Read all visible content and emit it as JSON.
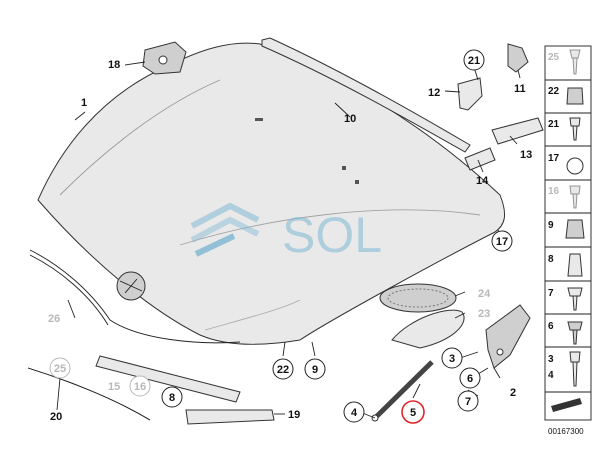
{
  "diagram": {
    "watermark": "SOL",
    "document_number": "00167300"
  },
  "callouts": {
    "c1": "1",
    "c2": "2",
    "c3": "3",
    "c4": "4",
    "c5": "5",
    "c6": "6",
    "c7": "7",
    "c8": "8",
    "c9": "9",
    "c10": "10",
    "c11": "11",
    "c12": "12",
    "c13": "13",
    "c14": "14",
    "c15": "15",
    "c16": "16",
    "c17": "17",
    "c18": "18",
    "c19": "19",
    "c20": "20",
    "c21": "21",
    "c22": "22",
    "c23": "23",
    "c24": "24",
    "c25": "25",
    "c26": "26"
  },
  "side_panel": {
    "items": [
      "25",
      "22",
      "21",
      "17",
      "16",
      "9",
      "8",
      "7",
      "6",
      "3",
      "4"
    ]
  },
  "colors": {
    "highlight_ring": "#e0262a",
    "watermark": "#4aa0c8",
    "faded_label": "#b8b8b8"
  }
}
